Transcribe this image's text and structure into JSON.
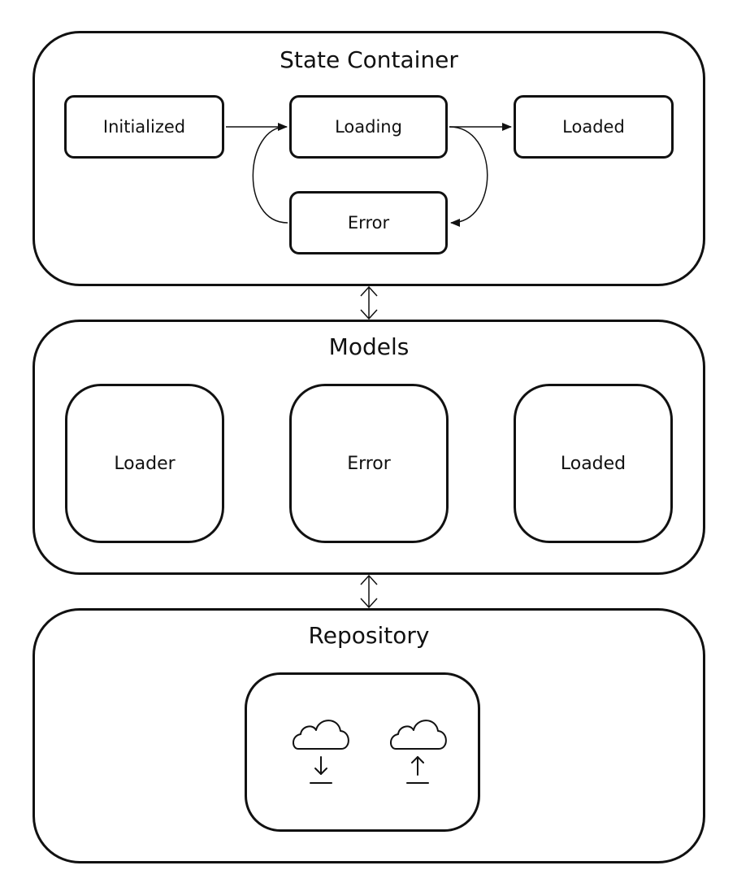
{
  "state_container": {
    "title": "State Container",
    "nodes": {
      "initialized": "Initialized",
      "loading": "Loading",
      "loaded": "Loaded",
      "error": "Error"
    }
  },
  "models": {
    "title": "Models",
    "items": [
      "Loader",
      "Error",
      "Loaded"
    ]
  },
  "repository": {
    "title": "Repository",
    "icons": [
      "cloud-download-icon",
      "cloud-upload-icon"
    ]
  }
}
